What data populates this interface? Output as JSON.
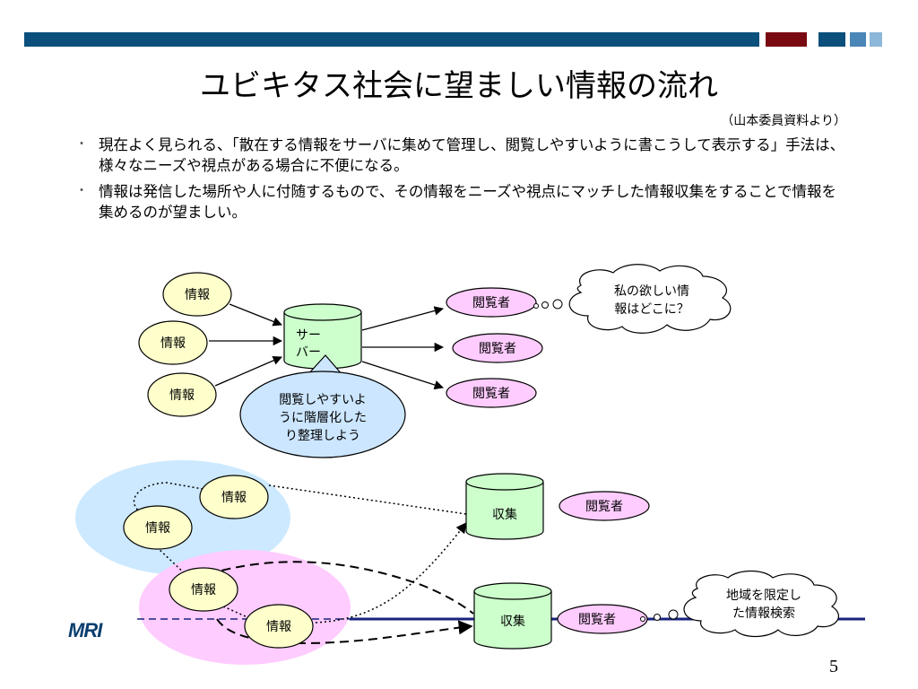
{
  "slide": {
    "title": "ユビキタス社会に望ましい情報の流れ",
    "source": "（山本委員資料より）",
    "bullets": [
      "現在よく見られる、「散在する情報をサーバに集めて管理し、閲覧しやすいように書こうして表示する」手法は、様々なニーズや視点がある場合に不便になる。",
      "情報は発信した場所や人に付随するもので、その情報をニーズや視点にマッチした情報収集をすることで情報を集めるのが望ましい。"
    ],
    "bullet_marker": "・",
    "page_number": "5",
    "logo": "MRI"
  },
  "diagram": {
    "top": {
      "info_nodes": [
        "情報",
        "情報",
        "情報"
      ],
      "server_line1": "サー",
      "server_line2": "バー",
      "callout_lines": [
        "閲覧しやすいよ",
        "うに階層化した",
        "り整理しよう"
      ],
      "viewers": [
        "閲覧者",
        "閲覧者",
        "閲覧者"
      ],
      "thought_lines": [
        "私の欲しい情",
        "報はどこに？"
      ]
    },
    "bottom": {
      "info_nodes": [
        "情報",
        "情報",
        "情報",
        "情報"
      ],
      "collect1": "収集",
      "collect2": "収集",
      "viewer_upper": "閲覧者",
      "viewer_lower": "閲覧者",
      "thought_lines": [
        "地域を限定し",
        "た情報検索"
      ]
    }
  },
  "colors": {
    "bar": "#0b4f7c",
    "accent_red": "#7a0a12",
    "info_fill": "#ffffcc",
    "viewer_fill": "#ffccff",
    "cylinder_fill": "#ccffcc",
    "callout_fill": "#cce6ff",
    "blue_region": "#cce9ff",
    "pink_region": "#ffccff",
    "line_blue": "#1a237e"
  }
}
